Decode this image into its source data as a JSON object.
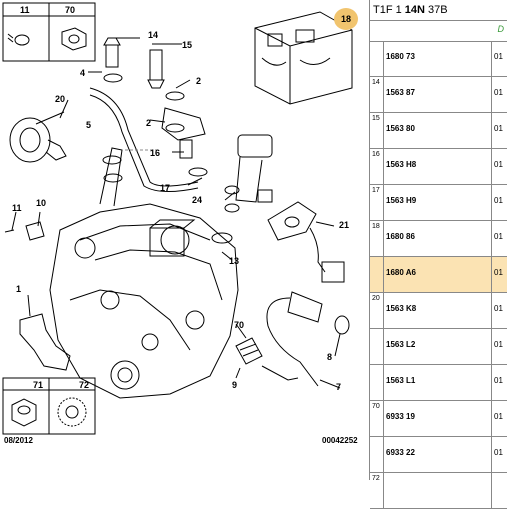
{
  "diagram": {
    "callouts": [
      "11",
      "70",
      "14",
      "15",
      "4",
      "2",
      "20",
      "5",
      "2",
      "16",
      "17",
      "24",
      "21",
      "11",
      "10",
      "13",
      "1",
      "70",
      "9",
      "8",
      "7",
      "71",
      "72"
    ],
    "highlight_callout": "18",
    "footer_left": "08/2012",
    "footer_right": "00042252",
    "accent_color": "#f1c46e"
  },
  "panel": {
    "header_prefix": "T1F 1",
    "header_bold": "14N",
    "header_suffix": "37B",
    "corner_mark": "D",
    "rows": [
      {
        "ref": "",
        "code": "1680 73",
        "qty": "01",
        "selected": false
      },
      {
        "ref": "14",
        "code": "1563 87",
        "qty": "01",
        "selected": false
      },
      {
        "ref": "15",
        "code": "1563 80",
        "qty": "01",
        "selected": false
      },
      {
        "ref": "16",
        "code": "1563 H8",
        "qty": "01",
        "selected": false
      },
      {
        "ref": "17",
        "code": "1563 H9",
        "qty": "01",
        "selected": false
      },
      {
        "ref": "18",
        "code": "1680 86",
        "qty": "01",
        "selected": false
      },
      {
        "ref": "",
        "code": "1680 A6",
        "qty": "01",
        "selected": true
      },
      {
        "ref": "20",
        "code": "1563 K8",
        "qty": "01",
        "selected": false
      },
      {
        "ref": "",
        "code": "1563 L2",
        "qty": "01",
        "selected": false
      },
      {
        "ref": "",
        "code": "1563 L1",
        "qty": "01",
        "selected": false
      },
      {
        "ref": "70",
        "code": "6933 19",
        "qty": "01",
        "selected": false
      },
      {
        "ref": "",
        "code": "6933 22",
        "qty": "01",
        "selected": false
      },
      {
        "ref": "72",
        "code": "",
        "qty": "",
        "selected": false
      }
    ]
  }
}
